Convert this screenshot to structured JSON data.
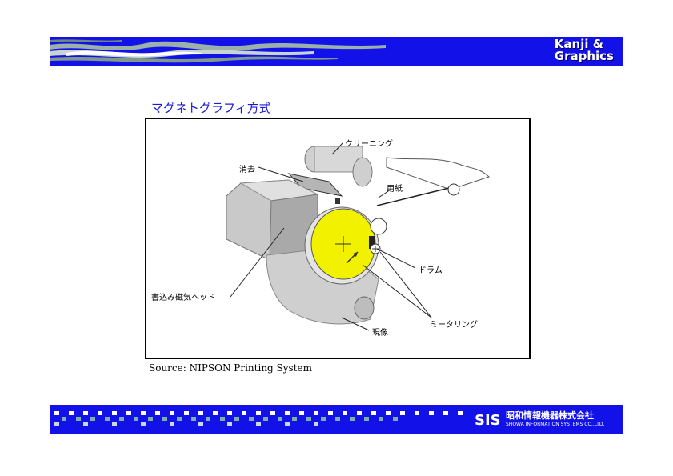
{
  "header": {
    "brand_line1": "Kanji  &",
    "brand_line2": "Graphics"
  },
  "slide": {
    "title": "マグネトグラフィ方式"
  },
  "diagram": {
    "labels": {
      "cleaning": "クリーニング",
      "erase": "消去",
      "paper": "用紙",
      "drum": "ドラム",
      "write_head": "書込み磁気ヘッド",
      "metering": "ミータリング",
      "develop": "現像"
    }
  },
  "caption": {
    "source": "Source: NIPSON Printing System"
  },
  "footer": {
    "logo_text": "SIS",
    "company_name_jp": "昭和情報機器株式会社",
    "company_name_en": "SHOWA INFORMATION SYSTEMS CO.,LTD."
  },
  "colors": {
    "banner_blue": "#1111e8",
    "drum_yellow": "#f2f200",
    "title_blue": "#1a1ad8"
  }
}
